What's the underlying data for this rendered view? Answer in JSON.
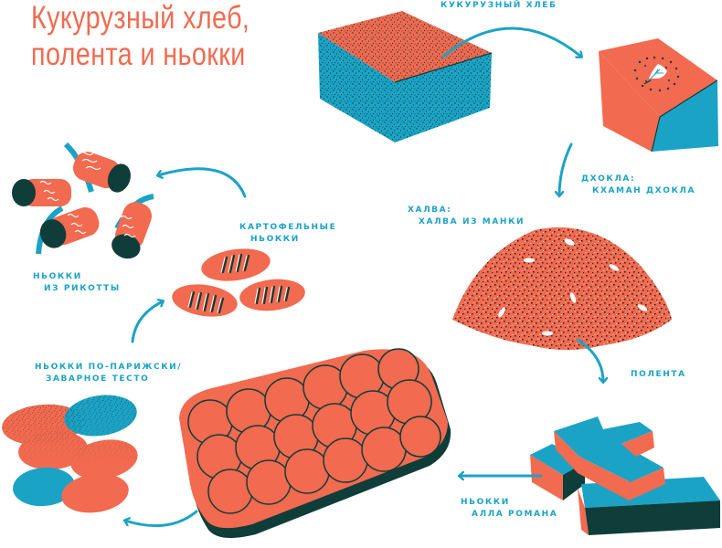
{
  "title": {
    "line1": "Кукурузный хлеб,",
    "line2": "полента и ньокки"
  },
  "colors": {
    "coral": "#f26a4f",
    "teal": "#1ba3c6",
    "dark_green": "#0f3d3a",
    "label_blue": "#1ba3c6",
    "background": "#ffffff"
  },
  "nodes": [
    {
      "id": "cornbread",
      "label_lines": [
        "КУКУРУЗНЫЙ ХЛЕБ"
      ],
      "icon": "cornbread-block-icon"
    },
    {
      "id": "dhokla",
      "label_lines": [
        "ДХОКЛА:",
        "КХАМАН ДХОКЛА"
      ],
      "icon": "dhokla-cube-icon"
    },
    {
      "id": "halva",
      "label_lines": [
        "ХАЛВА:",
        "ХАЛВА ИЗ МАНКИ"
      ],
      "icon": "halva-dome-icon"
    },
    {
      "id": "polenta",
      "label_lines": [
        "ПОЛЕНТА"
      ],
      "icon": "polenta-bars-icon"
    },
    {
      "id": "gnocchi-roman",
      "label_lines": [
        "НЬОККИ",
        "АЛЛА РОМАНА"
      ],
      "icon": "baking-dish-icon"
    },
    {
      "id": "gnocchi-parisian",
      "label_lines": [
        "НЬОККИ ПО-ПАРИЖСКИ/",
        "ЗАВАРНОЕ ТЕСТО"
      ],
      "icon": "parisian-gnocchi-icon"
    },
    {
      "id": "potato-gnocchi",
      "label_lines": [
        "КАРТОФЕЛЬНЫЕ",
        "НЬОККИ"
      ],
      "icon": "potato-gnocchi-icon"
    },
    {
      "id": "ricotta-gnocchi",
      "label_lines": [
        "НЬОККИ",
        "ИЗ РИКОТТЫ"
      ],
      "icon": "ricotta-gnocchi-icon"
    }
  ],
  "edges": [
    {
      "from": "cornbread",
      "to": "dhokla"
    },
    {
      "from": "dhokla",
      "to": "halva"
    },
    {
      "from": "halva",
      "to": "polenta"
    },
    {
      "from": "polenta",
      "to": "gnocchi-roman"
    },
    {
      "from": "gnocchi-roman",
      "to": "gnocchi-parisian"
    },
    {
      "from": "gnocchi-parisian",
      "to": "potato-gnocchi"
    },
    {
      "from": "potato-gnocchi",
      "to": "ricotta-gnocchi"
    }
  ]
}
